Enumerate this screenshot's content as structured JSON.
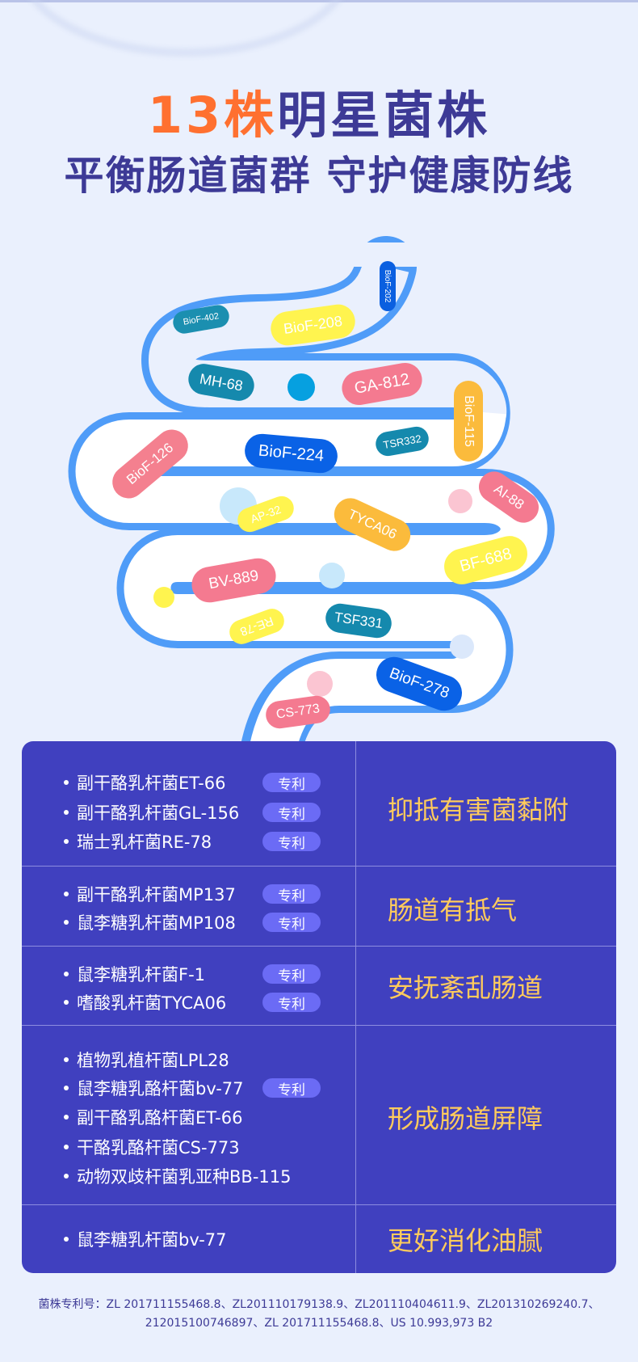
{
  "title": {
    "highlight": "13株",
    "rest": "明星菌株",
    "subtitle": "平衡肠道菌群 守护健康防线"
  },
  "colors": {
    "navy": "#3d3a96",
    "orange": "#ff7030",
    "table_bg": "#4040bf",
    "effect_text": "#ffcb5c",
    "badge": "#6b6bf5",
    "tube": "#4f9cf8"
  },
  "strains_diagram": [
    {
      "label": "BioF-402",
      "color": "#1b8fb0"
    },
    {
      "label": "BioF-208",
      "color": "#fff44f"
    },
    {
      "label": "BioF-202",
      "color": "#0a5fe0"
    },
    {
      "label": "MH-68",
      "color": "#1589ad"
    },
    {
      "label": "GA-812",
      "color": "#f47a90"
    },
    {
      "label": "BioF-115",
      "color": "#fbbb3c"
    },
    {
      "label": "BioF-126",
      "color": "#f4808f"
    },
    {
      "label": "BioF-224",
      "color": "#0a62e6"
    },
    {
      "label": "TSR332",
      "color": "#1589ad"
    },
    {
      "label": "AP-32",
      "color": "#fff44f"
    },
    {
      "label": "TYCA06",
      "color": "#fbbb3c"
    },
    {
      "label": "AI-88",
      "color": "#f47a90"
    },
    {
      "label": "BF-688",
      "color": "#fff44f"
    },
    {
      "label": "BV-889",
      "color": "#f47a90"
    },
    {
      "label": "RE-78",
      "color": "#fff44f"
    },
    {
      "label": "TSF331",
      "color": "#1589ad"
    },
    {
      "label": "BioF-278",
      "color": "#0a62e6"
    },
    {
      "label": "CS-773",
      "color": "#f47a90"
    }
  ],
  "badge_label": "专利",
  "table": [
    {
      "effect": "抑抵有害菌黏附",
      "items": [
        {
          "name": "副干酪乳杆菌ET-66",
          "patent": true
        },
        {
          "name": "副干酪乳杆菌GL-156",
          "patent": true
        },
        {
          "name": "瑞士乳杆菌RE-78",
          "patent": true
        }
      ]
    },
    {
      "effect": "肠道有抵气",
      "items": [
        {
          "name": "副干酪乳杆菌MP137",
          "patent": true
        },
        {
          "name": "鼠李糖乳杆菌MP108",
          "patent": true
        }
      ]
    },
    {
      "effect": "安抚紊乱肠道",
      "items": [
        {
          "name": "鼠李糖乳杆菌F-1",
          "patent": true
        },
        {
          "name": "嗜酸乳杆菌TYCA06",
          "patent": true
        }
      ]
    },
    {
      "effect": "形成肠道屏障",
      "items": [
        {
          "name": "植物乳植杆菌LPL28",
          "patent": false
        },
        {
          "name": "鼠李糖乳酪杆菌bv-77",
          "patent": true
        },
        {
          "name": "副干酪乳酪杆菌ET-66",
          "patent": false
        },
        {
          "name": "干酪乳酪杆菌CS-773",
          "patent": false
        },
        {
          "name": "动物双歧杆菌乳亚种BB-115",
          "patent": false
        }
      ]
    },
    {
      "effect": "更好消化油腻",
      "items": [
        {
          "name": "鼠李糖乳杆菌bv-77",
          "patent": false
        }
      ]
    }
  ],
  "footer": {
    "line1": "菌株专利号：ZL 201711155468.8、ZL201110179138.9、ZL201110404611.9、ZL201310269240.7、",
    "line2": "212015100746897、ZL 201711155468.8、US 10.993,973 B2"
  }
}
